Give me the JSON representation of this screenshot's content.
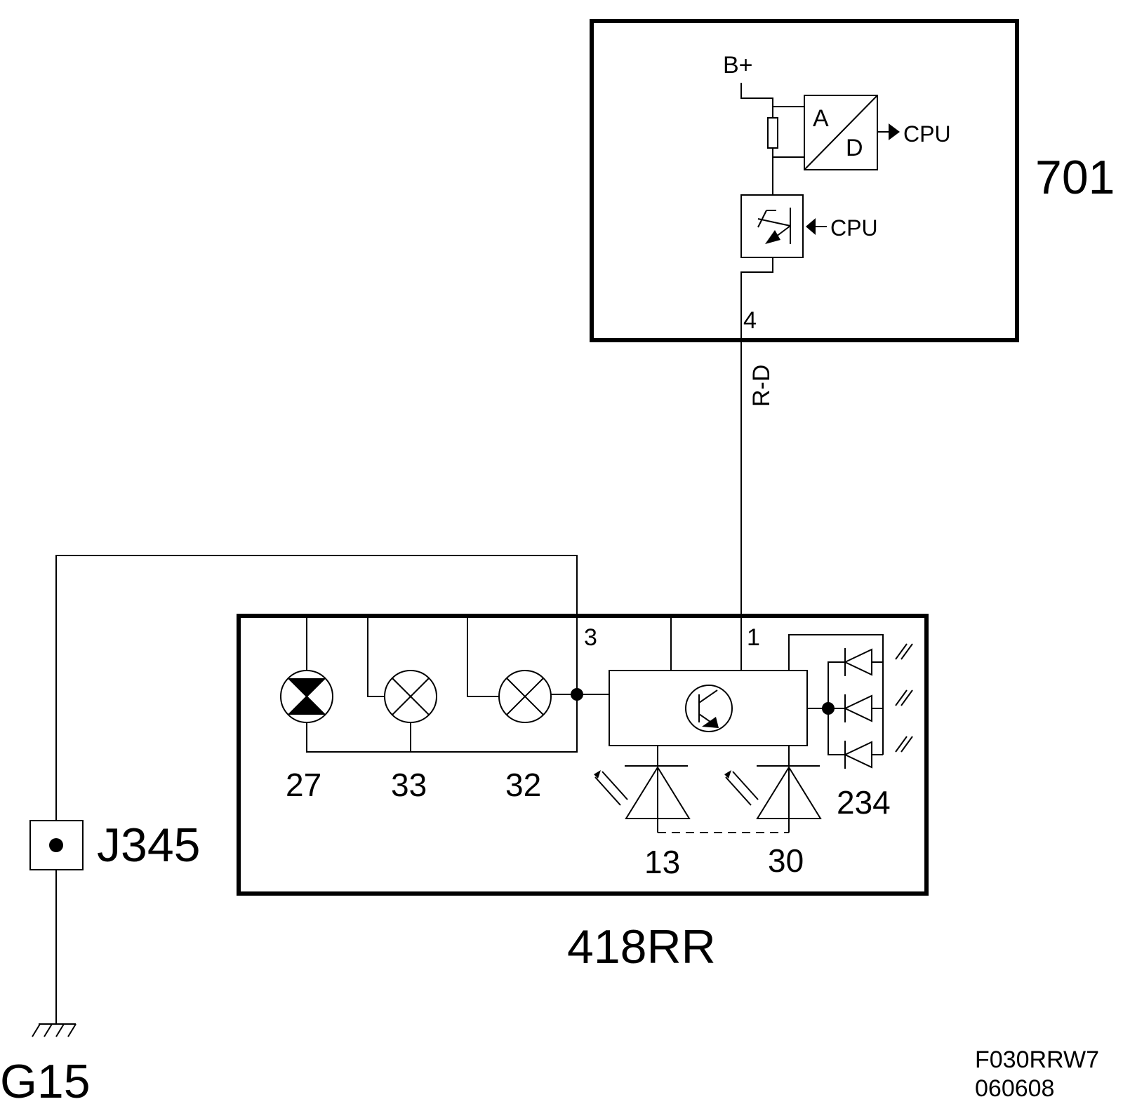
{
  "modules": {
    "ecu": {
      "id": "701"
    },
    "lamp_unit": {
      "id": "418RR"
    }
  },
  "ground": {
    "label": "G15"
  },
  "junction": {
    "label": "J345"
  },
  "supply": {
    "label": "B+"
  },
  "adc": {
    "a_label": "A",
    "d_label": "D",
    "output_label": "CPU"
  },
  "driver": {
    "input_label": "CPU"
  },
  "wire": {
    "color_code": "R-D"
  },
  "pins": {
    "ecu_pin": "4",
    "lamp_pin_1": "1",
    "lamp_pin_3": "3"
  },
  "bulbs": {
    "b27": "27",
    "b33": "33",
    "b32": "32"
  },
  "sensors": {
    "s13": "13",
    "s30": "30"
  },
  "led_group": {
    "label": "234"
  },
  "footer": {
    "drawing_code": "F030RRW7",
    "date_code": "060608"
  }
}
